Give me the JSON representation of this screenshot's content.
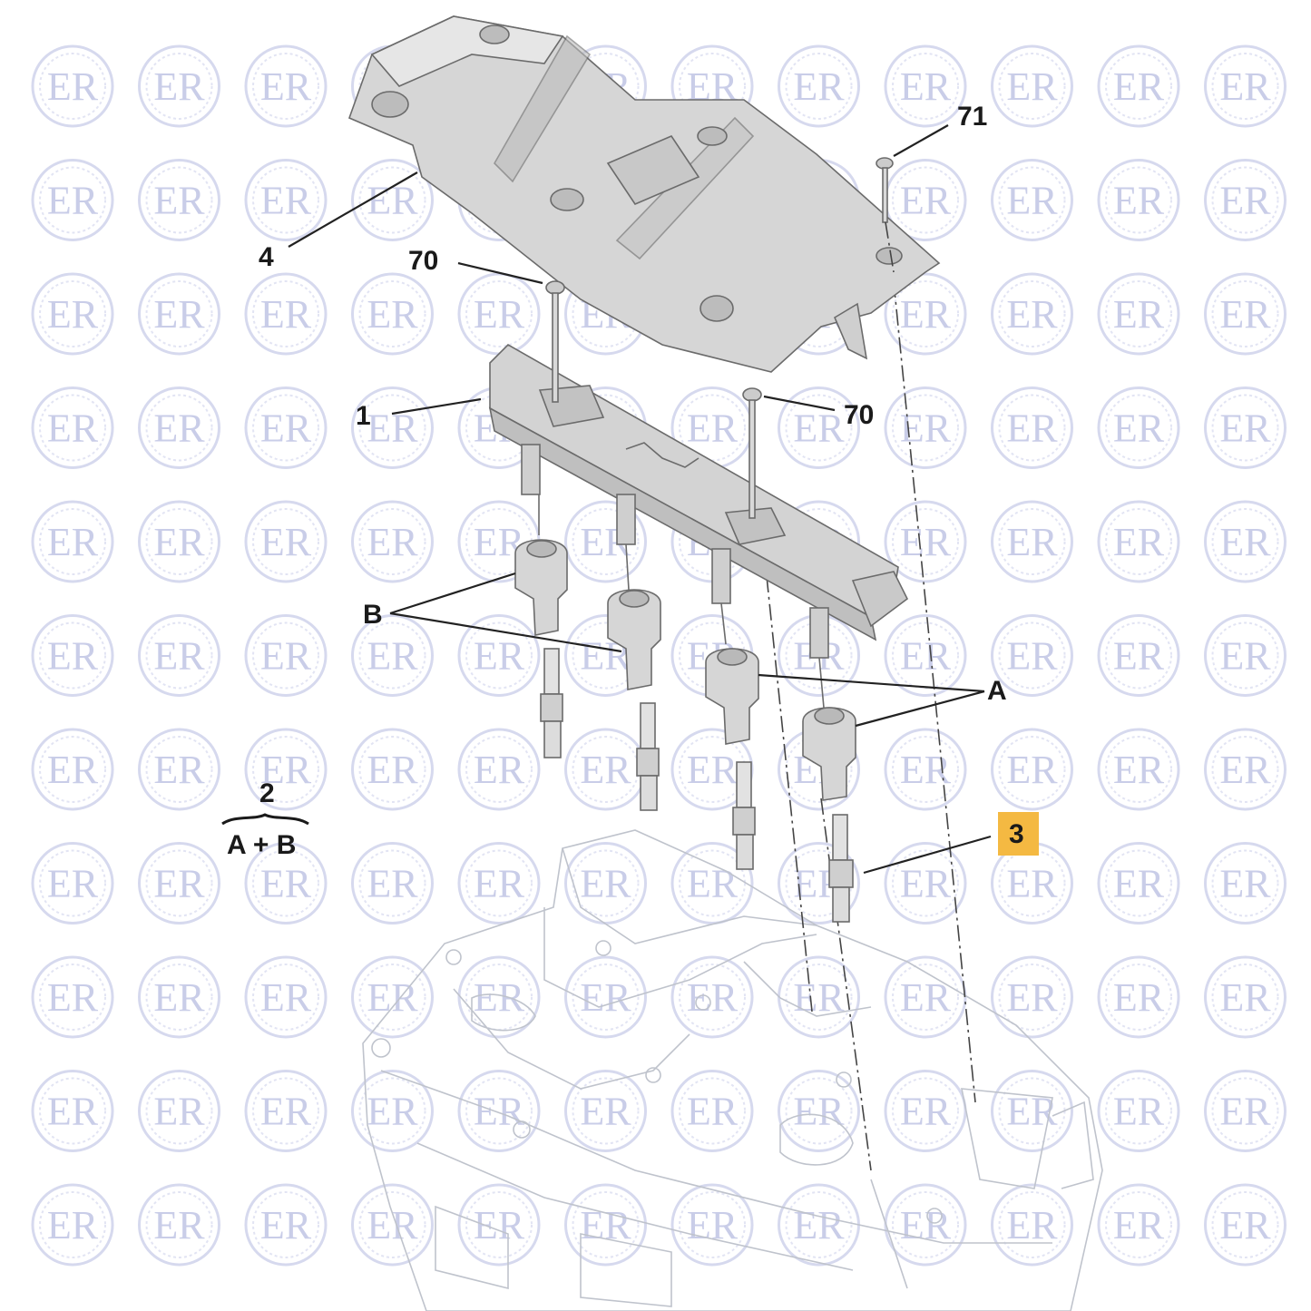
{
  "watermark": {
    "text": "ER",
    "color": "#c9cde8"
  },
  "callouts": {
    "cover": "4",
    "screw_top": "71",
    "bolt_left": "70",
    "bolt_right": "70",
    "coil_rail": "1",
    "coil_group_b": "B",
    "coil_group_a": "A",
    "spark_plug": "3",
    "kit_number": "2",
    "kit_formula": "A + B"
  },
  "colors": {
    "highlight": "#f4b942",
    "part_fill": "#d9d9d9",
    "line": "#222222"
  }
}
